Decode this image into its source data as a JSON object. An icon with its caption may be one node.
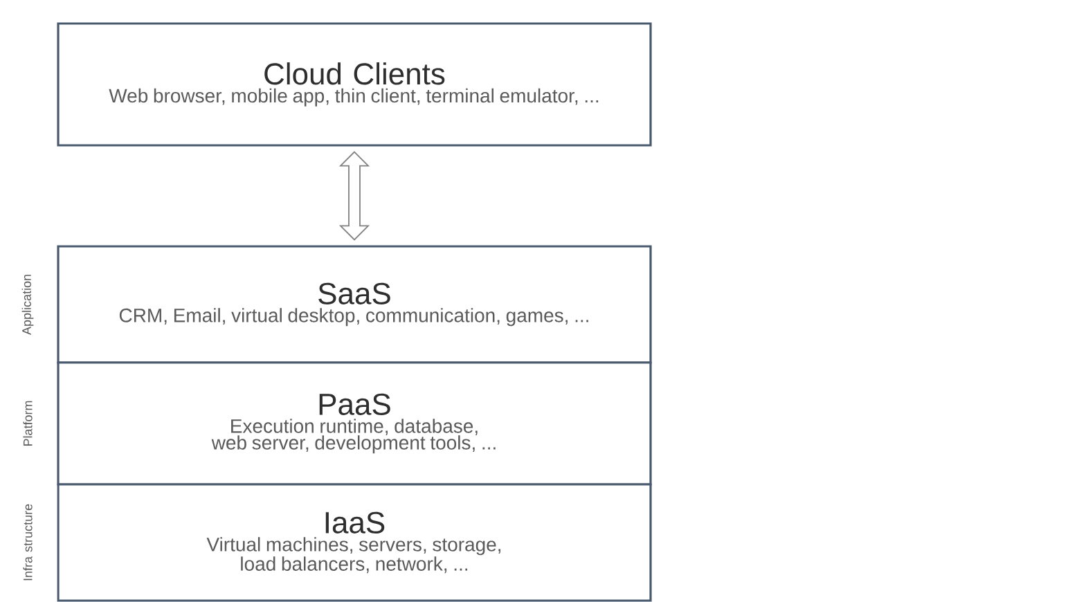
{
  "diagram": {
    "nodes": [
      {
        "text": [
          "Cloud Clients",
          "Web browser, mobile app, thin client, terminal emulator, ..."
        ]
      },
      {
        "text": [
          "SaaS",
          "CRM, Email, virtual desktop, communication, games, ..."
        ],
        "beside": [
          "Application"
        ]
      },
      {
        "text": [
          "PaaS",
          "Execution runtime, database, web server, development tools, ..."
        ],
        "beside": [
          "Platform"
        ]
      },
      {
        "text": [
          "IaaS",
          "Virtual machines, servers, storage, load balancers, network, ..."
        ],
        "beside": [
          "Infra structure"
        ]
      }
    ],
    "edges": [
      {
        "from": 0,
        "to": 1,
        "arrow": "both"
      }
    ]
  }
}
